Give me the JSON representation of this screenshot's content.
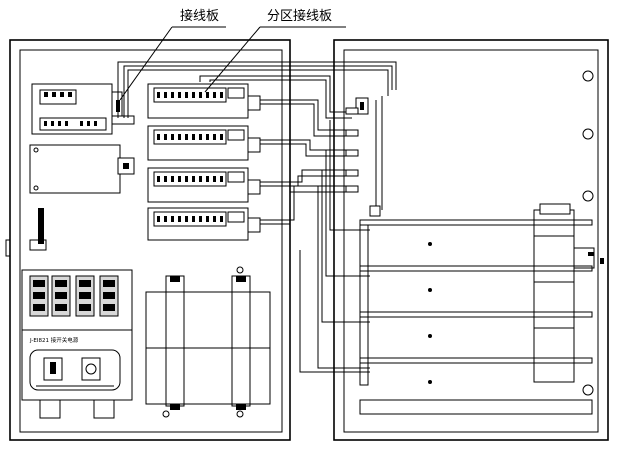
{
  "callouts": {
    "terminal_board": "接线板",
    "zone_terminal_board": "分区接线板"
  },
  "device_label": "J-EI821 接开关电源"
}
